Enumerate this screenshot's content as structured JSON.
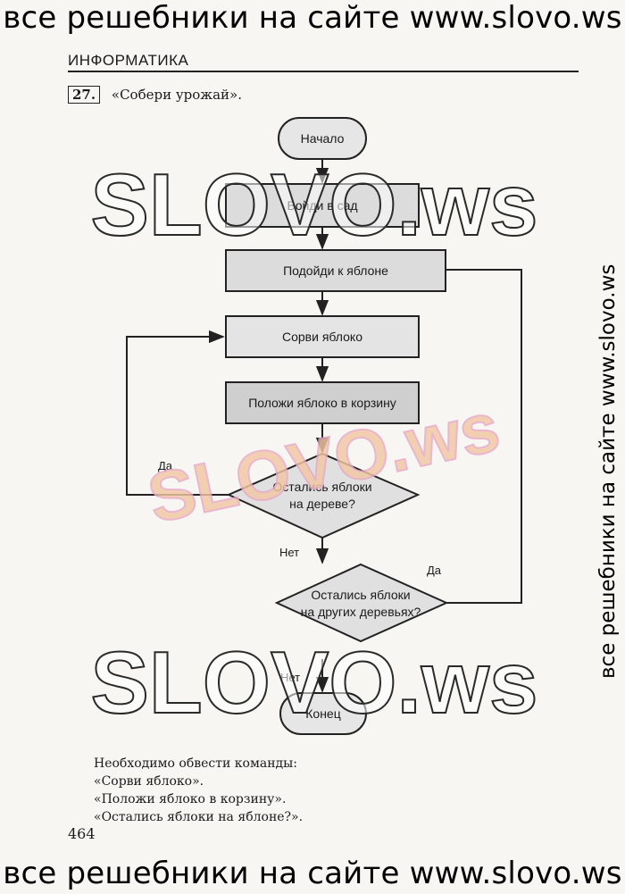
{
  "banner_text": "все решебники на сайте www.slovo.ws",
  "side_banner": "все решебники на сайте www.slovo.ws",
  "header": {
    "subject": "ИНФОРМАТИКА"
  },
  "task": {
    "number": "27.",
    "title": "«Собери урожай»."
  },
  "flowchart": {
    "start": "Начало",
    "step1": "Войди в сад",
    "step2": "Подойди к яблоне",
    "step3": "Сорви яблоко",
    "step4": "Положи яблоко в корзину",
    "decision1": [
      "Остались яблоки",
      "на дереве?"
    ],
    "decision2": [
      "Остались яблоки",
      "на других деревьях?"
    ],
    "end": "Конец",
    "yes": "Да",
    "no": "Нет"
  },
  "watermarks": {
    "outline": "SLOVO.ws",
    "colored": "SLOVO.ws"
  },
  "notes": {
    "intro": "Необходимо обвести команды:",
    "lines": [
      "«Сорви яблоко».",
      "«Положи яблоко в корзину».",
      "«Остались яблоки на яблоне?»."
    ]
  },
  "page_number": "464",
  "colors": {
    "process_fill": "#dcdcdc",
    "terminal_fill": "#e6e6e6",
    "line": "#222222"
  }
}
